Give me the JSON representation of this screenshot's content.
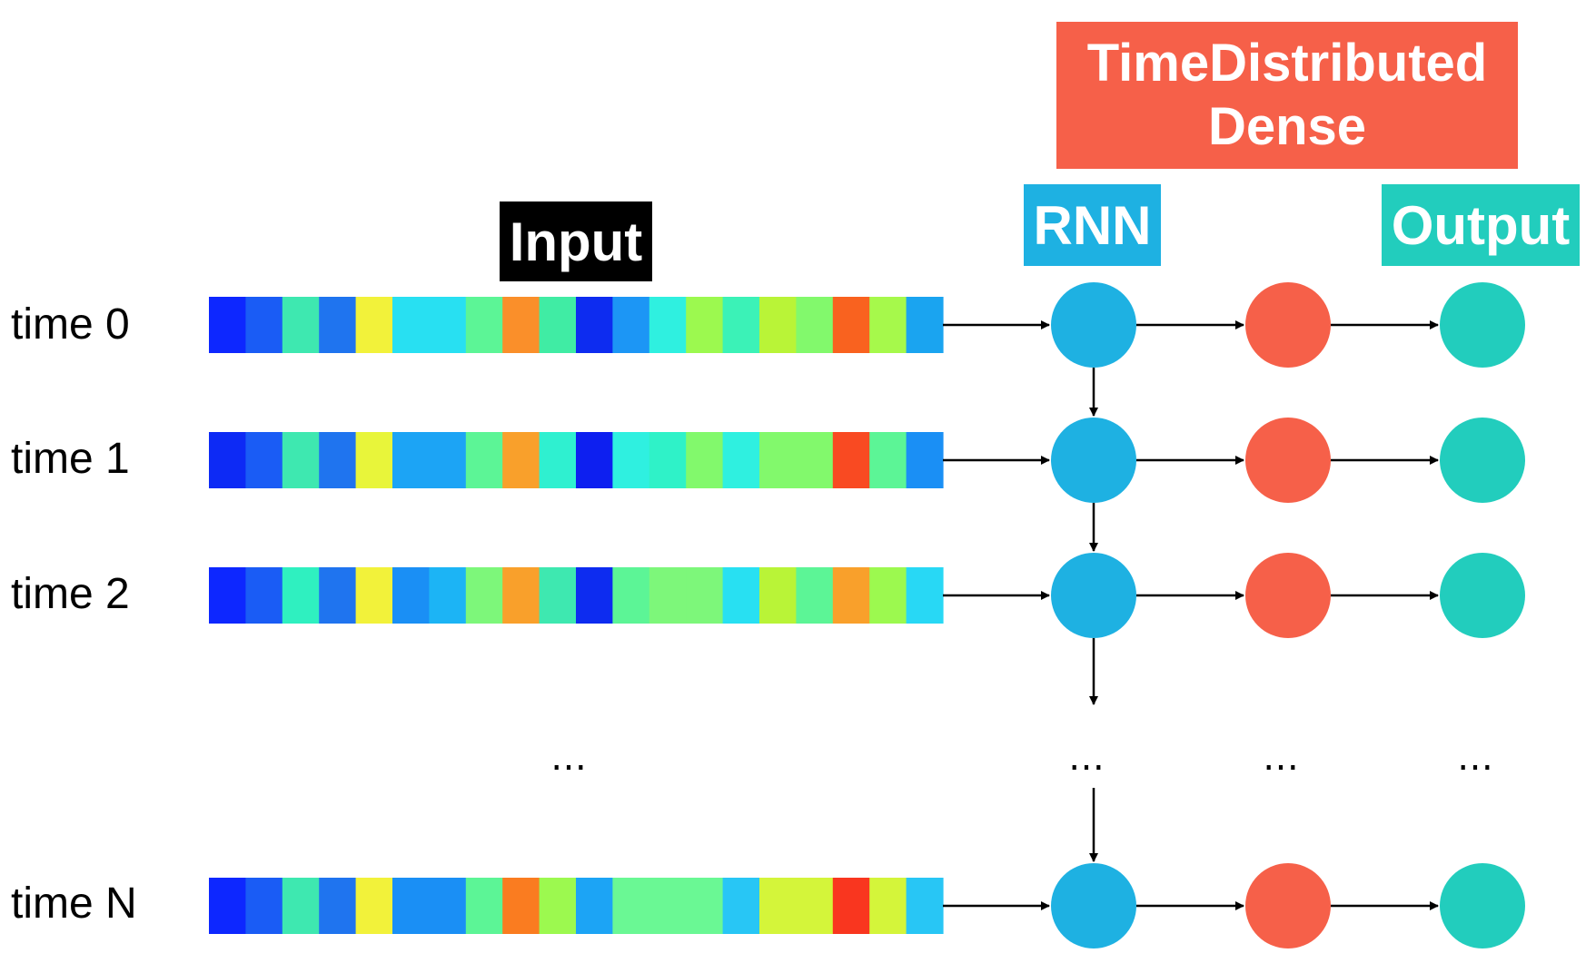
{
  "labels": {
    "timedistributed_line1": "TimeDistributed",
    "timedistributed_line2": "Dense",
    "input": "Input",
    "rnn": "RNN",
    "output": "Output",
    "ellipsis": "…"
  },
  "colors": {
    "rnn_node": "#1eb1e2",
    "dense_node": "#f66049",
    "output_node": "#22cdbd",
    "input_box": "#000000",
    "arrow": "#000000"
  },
  "rows": [
    {
      "time_label": "time 0",
      "cells": [
        "#0d27ff",
        "#1a5cf5",
        "#3ee8b0",
        "#1f74ef",
        "#f2f23a",
        "#28e0f2",
        "#28e0f2",
        "#5cf596",
        "#fa8f2a",
        "#40eca4",
        "#0d2cf0",
        "#1c96f5",
        "#2ff0e0",
        "#9cf94f",
        "#3bf2b7",
        "#b9f437",
        "#82f96c",
        "#f9621f",
        "#a6f94b",
        "#1aa4f0"
      ]
    },
    {
      "time_label": "time 1",
      "cells": [
        "#0d2af5",
        "#1a5cf5",
        "#3ee8b0",
        "#1f74ef",
        "#e8f53a",
        "#1ca4f5",
        "#1ca4f5",
        "#5cf596",
        "#f9a02b",
        "#2ff0d0",
        "#0d1ff0",
        "#2ff0e0",
        "#2ff2c8",
        "#82f96c",
        "#2ff0e0",
        "#82f96c",
        "#82f96c",
        "#f94a22",
        "#5cf596",
        "#1a8ff5"
      ]
    },
    {
      "time_label": "time 2",
      "cells": [
        "#0d27ff",
        "#1a5cf5",
        "#2ff0c0",
        "#1f74ef",
        "#f2f23a",
        "#1a8ff5",
        "#1cb4f5",
        "#7df77a",
        "#f9a02b",
        "#3ee8b0",
        "#0d2cf0",
        "#5cf596",
        "#7df77a",
        "#7df77a",
        "#28e0f2",
        "#b9f437",
        "#5cf596",
        "#f9a02b",
        "#9cf94f",
        "#28d8f5"
      ]
    },
    {
      "time_label": "time N",
      "cells": [
        "#0d27ff",
        "#1a5cf5",
        "#3ee8b0",
        "#1f74ef",
        "#f2f23a",
        "#1a8ff5",
        "#1a8ff5",
        "#5cf596",
        "#fa7c20",
        "#9cf94f",
        "#1ca4f5",
        "#6af894",
        "#6af894",
        "#6af894",
        "#28c6f5",
        "#d4f53a",
        "#d4f53a",
        "#f9361f",
        "#d4f53a",
        "#28c6f5"
      ]
    }
  ]
}
